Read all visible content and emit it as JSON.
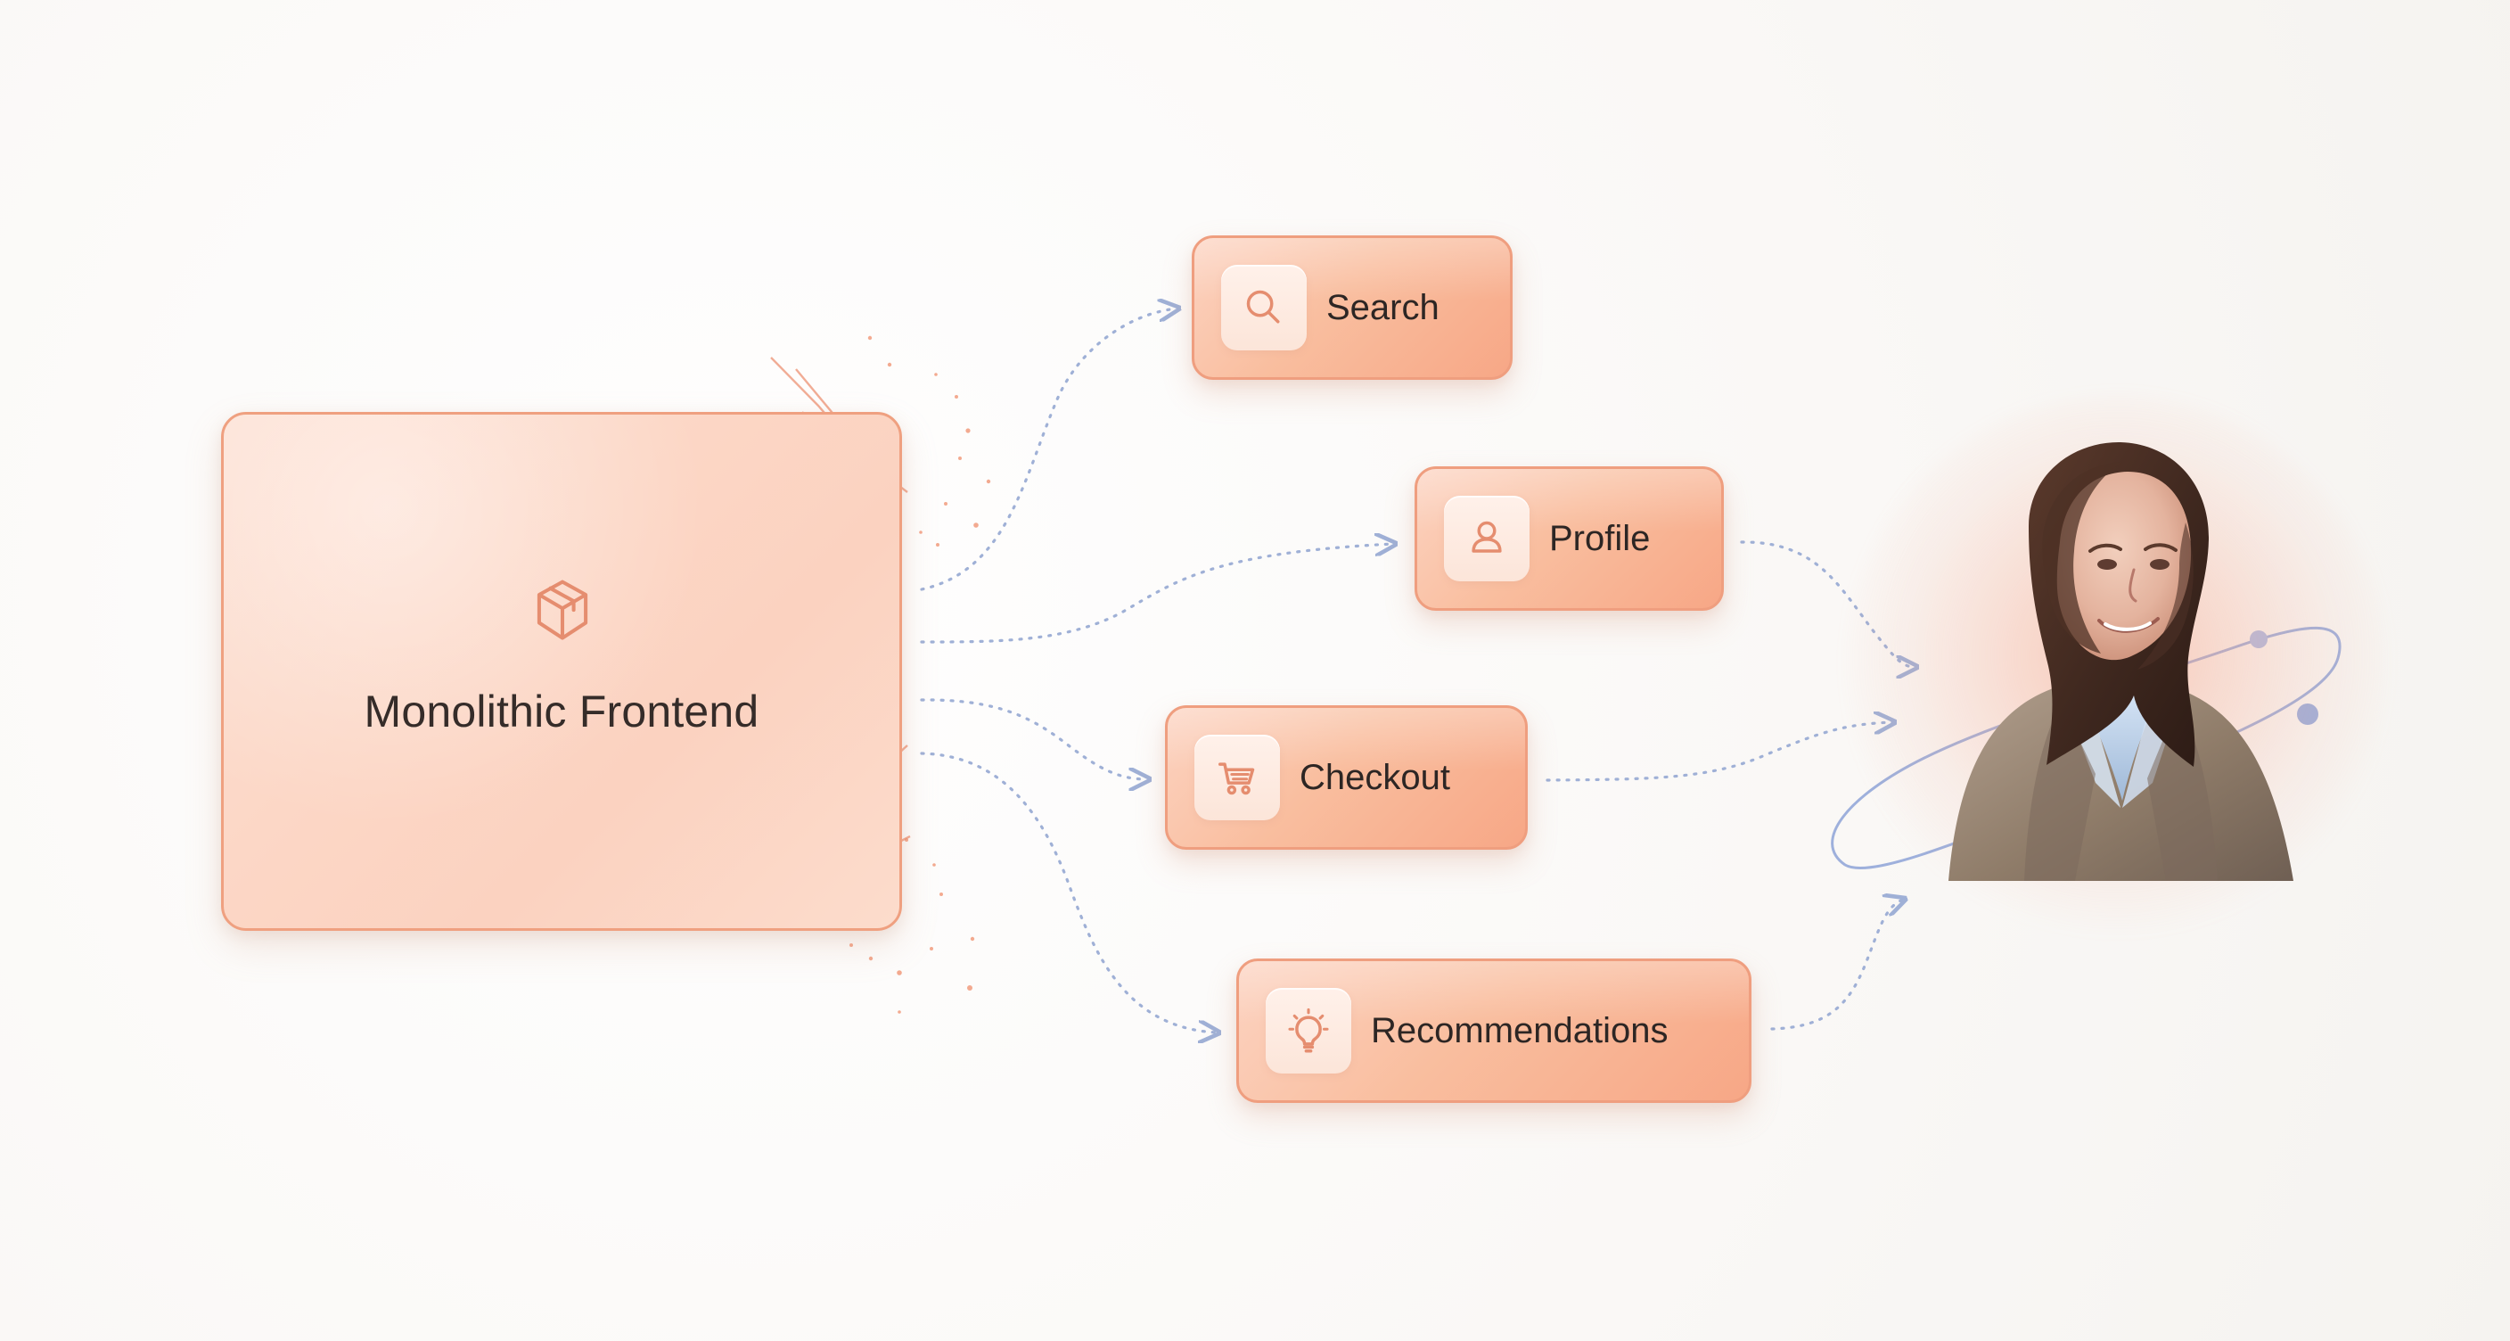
{
  "diagram": {
    "monolith": {
      "title": "Monolithic Frontend",
      "icon": "box-icon"
    },
    "services": [
      {
        "label": "Search",
        "icon": "search-icon"
      },
      {
        "label": "Profile",
        "icon": "user-icon"
      },
      {
        "label": "Checkout",
        "icon": "cart-icon"
      },
      {
        "label": "Recommendations",
        "icon": "lightbulb-icon"
      }
    ],
    "user": {
      "icon": "user-avatar"
    }
  },
  "colors": {
    "background": "#fbfaf9",
    "accent": "#f5a07f",
    "card_border": "#ef9e7f",
    "connector": "#9fb0d6"
  }
}
